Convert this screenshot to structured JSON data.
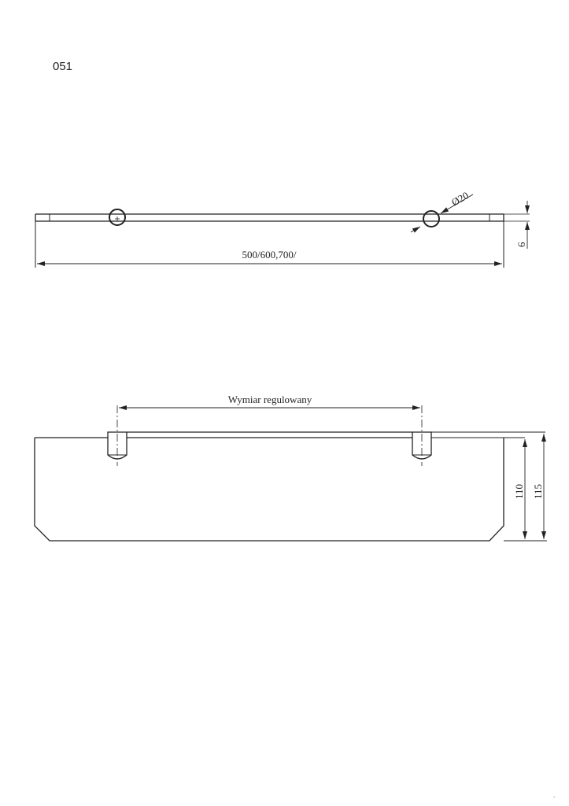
{
  "drawing": {
    "code": "051",
    "top_view": {
      "length_label": "500/600,700/",
      "diameter_label": "Ø20",
      "thickness_label": "6"
    },
    "front_view": {
      "span_label": "Wymiar regulowany",
      "height_inner_label": "110",
      "height_outer_label": "115"
    },
    "corner_mark": "-",
    "line_color": "#222222"
  }
}
